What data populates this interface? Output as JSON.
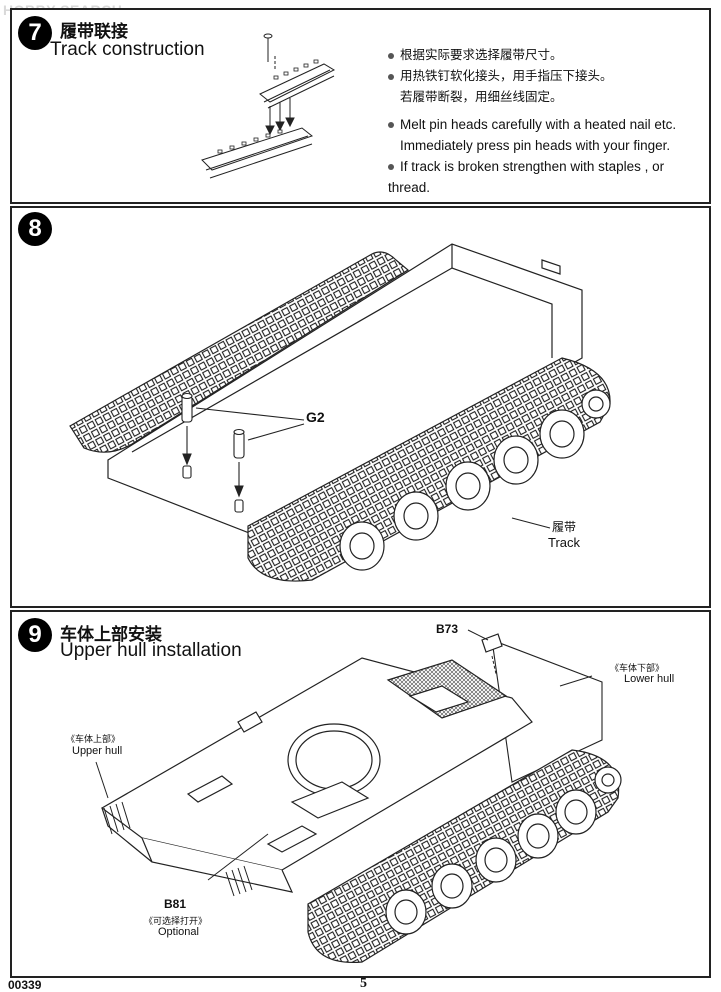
{
  "watermark": "HOBBY SEARCH",
  "step7": {
    "number": "7",
    "title_zh": "履带联接",
    "title_en": "Track construction",
    "notes_zh": [
      "根据实际要求选择履带尺寸。",
      "用热铁钉软化接头，用手指压下接头。",
      "若履带断裂，用细丝线固定。"
    ],
    "notes_en": [
      "Melt pin heads carefully with a heated nail etc.",
      "Immediately press pin heads with your finger.",
      "If track is broken strengthen with staples , or thread."
    ]
  },
  "step8": {
    "number": "8",
    "part_label": "G2",
    "track_zh": "履带",
    "track_en": "Track"
  },
  "step9": {
    "number": "9",
    "title_zh": "车体上部安装",
    "title_en": "Upper hull installation",
    "b73": "B73",
    "lower_zh": "《车体下部》",
    "lower_en": "Lower  hull",
    "upper_zh": "《车体上部》",
    "upper_en": "Upper hull",
    "b81": "B81",
    "optional_zh": "《可选择打开》",
    "optional_en": "Optional"
  },
  "footer": {
    "code": "00339",
    "page": "5"
  }
}
